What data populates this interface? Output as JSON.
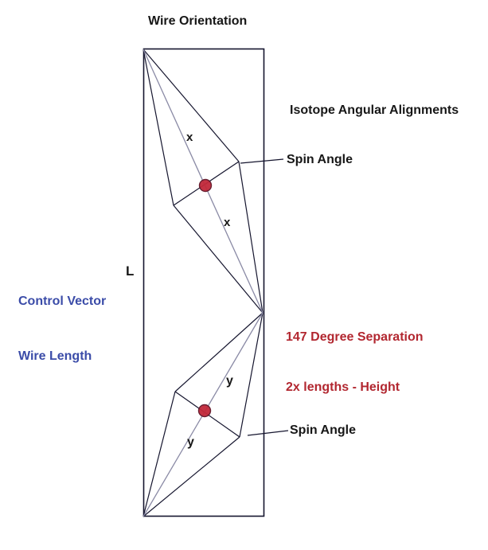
{
  "title": "Wire Orientation",
  "labels": {
    "isotope": "Isotope Angular Alignments",
    "spin_angle_top": "Spin Angle",
    "spin_angle_bottom": "Spin Angle",
    "control_vector_line1": "Control Vector",
    "control_vector_line2": "Wire Length",
    "wire_length_symbol": "L",
    "separation_line1": "147 Degree Separation",
    "separation_line2": "2x lengths - Height",
    "segment_x_upper": "x",
    "segment_x_lower": "x",
    "segment_y_upper": "y",
    "segment_y_lower": "y"
  },
  "colors": {
    "text_black": "#171717",
    "text_blue": "#3b4ca8",
    "text_red": "#b22730",
    "line_dark": "#15152e",
    "diagonal_gray": "#8a8aa5",
    "dot_fill": "#c2293a",
    "dot_stroke": "#611426",
    "background": "#ffffff"
  }
}
